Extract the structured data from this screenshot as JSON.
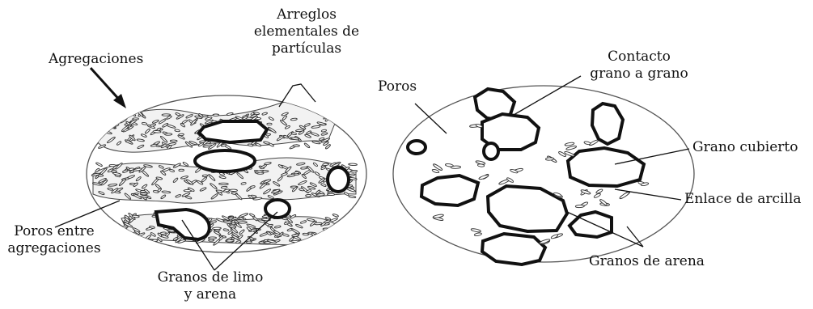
{
  "left_diagram": {
    "labels": {
      "agregaciones": "Agregaciones",
      "arreglos_1": "Arreglos",
      "arreglos_2": "elementales de",
      "arreglos_3": "partículas",
      "poros_entre_1": "Poros entre",
      "poros_entre_2": "agregaciones",
      "granos_1": "Granos de limo",
      "granos_2": "y arena"
    }
  },
  "right_diagram": {
    "labels": {
      "poros": "Poros",
      "contacto_1": "Contacto",
      "contacto_2": "grano a grano",
      "grano_cubierto": "Grano cubierto",
      "enlace": "Enlace de arcilla",
      "granos_arena": "Granos de arena"
    }
  }
}
